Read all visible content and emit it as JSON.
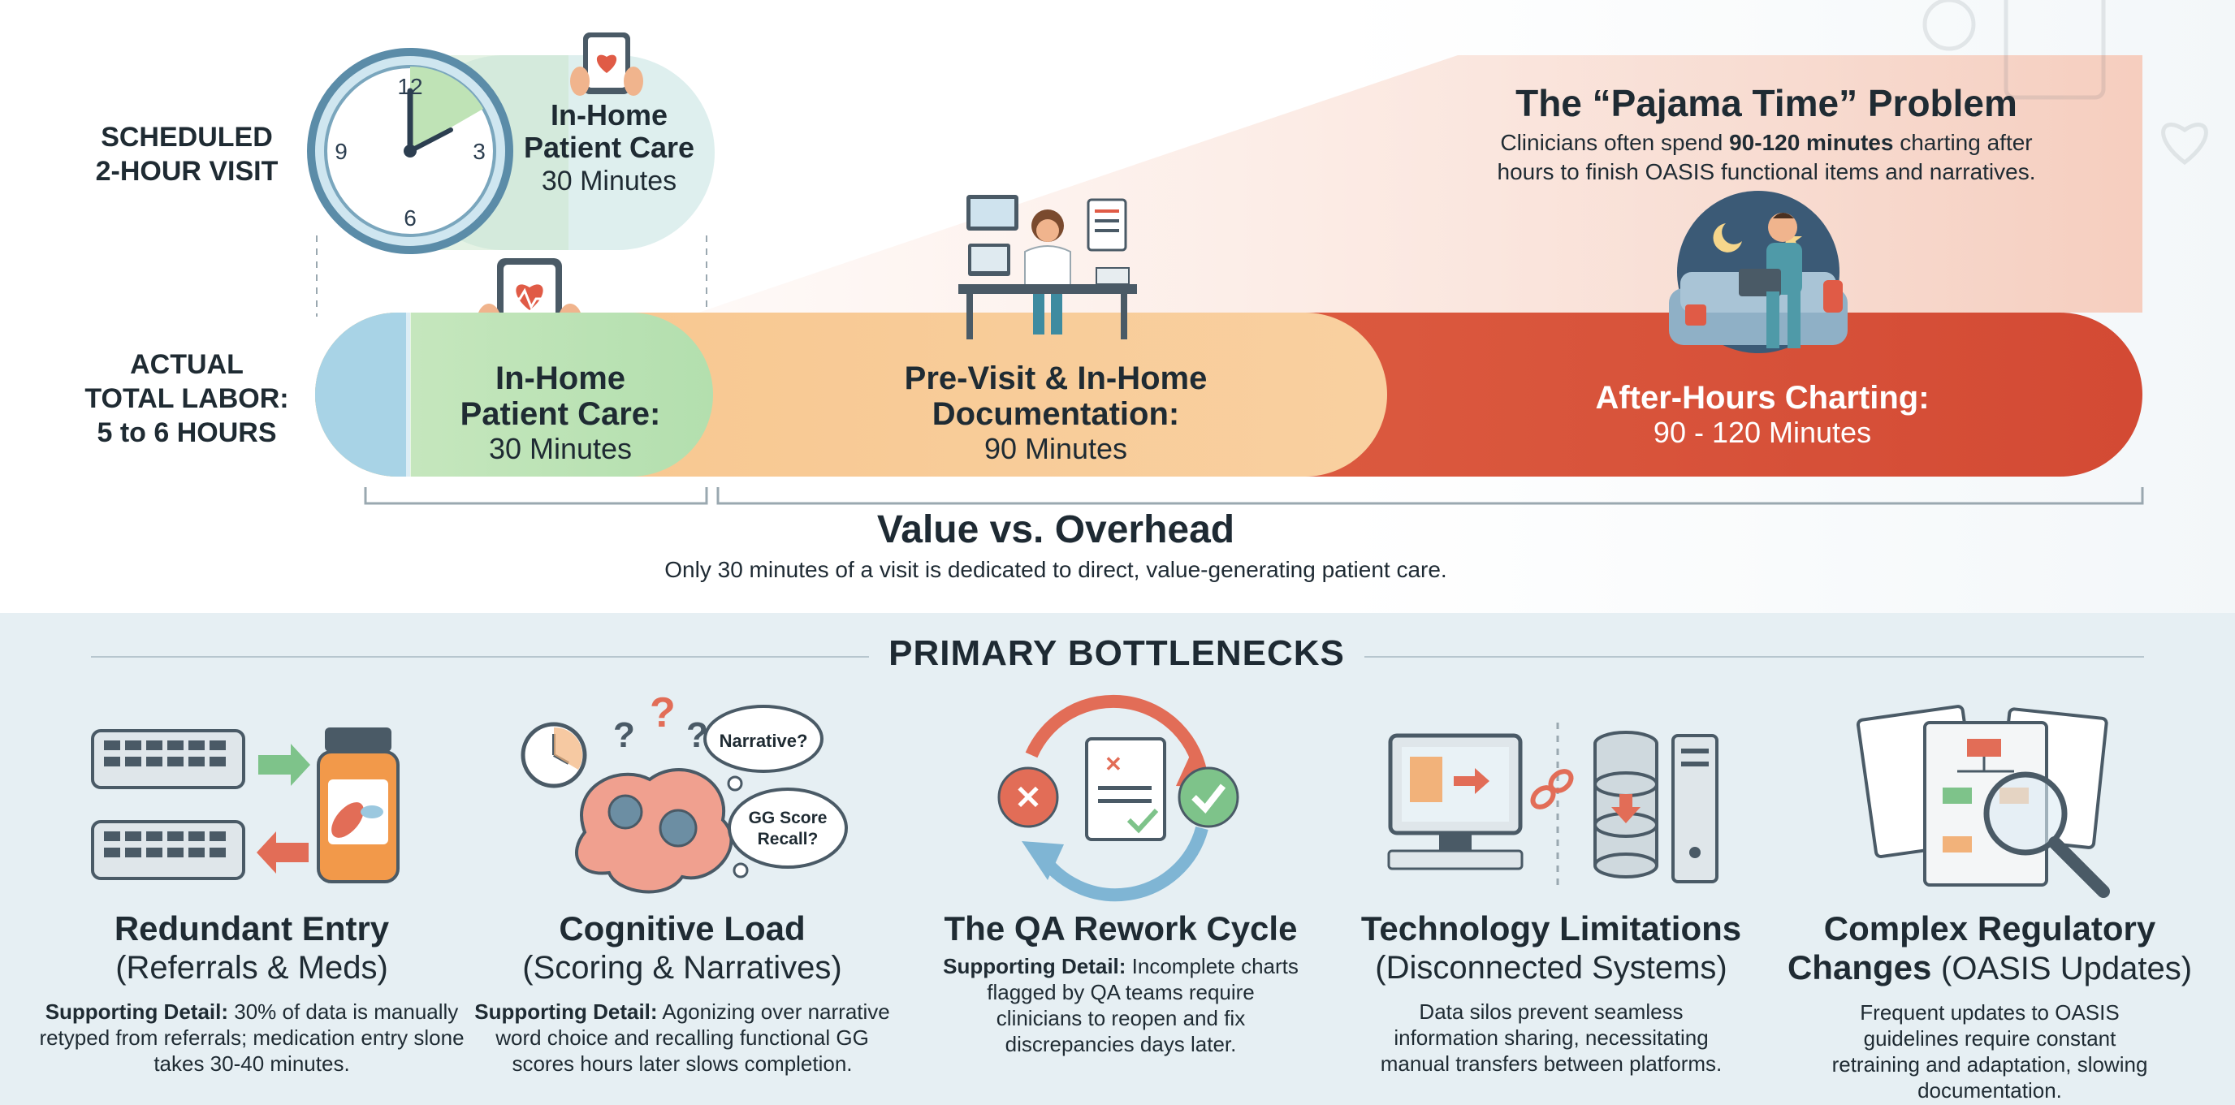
{
  "timeline": {
    "scheduled_label_1": "SCHEDULED",
    "scheduled_label_2": "2-HOUR VISIT",
    "actual_label_1": "ACTUAL",
    "actual_label_2": "TOTAL LABOR:",
    "actual_label_3": "5 to 6 HOURS",
    "clock_numbers": [
      "12",
      "3",
      "6",
      "9"
    ],
    "scheduled_care_title_1": "In-Home",
    "scheduled_care_title_2": "Patient Care",
    "scheduled_care_minutes": "30 Minutes",
    "segments": [
      {
        "title_1": "In-Home",
        "title_2": "Patient Care:",
        "minutes": "30 Minutes"
      },
      {
        "title_1": "Pre-Visit & In-Home",
        "title_2": "Documentation:",
        "minutes": "90 Minutes"
      },
      {
        "title_1": "After-Hours Charting:",
        "title_2": "",
        "minutes": "90 - 120 Minutes"
      }
    ]
  },
  "pajama": {
    "title": "The “Pajama Time” Problem",
    "line1_pre": "Clinicians often spend ",
    "line1_bold": "90-120 minutes",
    "line1_post": " charting after",
    "line2": "hours to finish OASIS functional items and narratives."
  },
  "value": {
    "title": "Value vs. Overhead",
    "subtitle": "Only 30 minutes of a visit is dedicated to direct, value-generating patient care."
  },
  "bottlenecks": {
    "heading": "PRIMARY BOTTLENECKS",
    "cognitive_bubbles": {
      "b1": "Narrative?",
      "b2a": "GG Score",
      "b2b": "Recall?"
    },
    "items": [
      {
        "title": "Redundant Entry",
        "subtitle": "(Referrals & Meds)",
        "detail_label": "Supporting Detail:",
        "detail": " 30% of data is manually retyped from referrals; medication entry slone takes 30-40 minutes."
      },
      {
        "title": "Cognitive Load",
        "subtitle": "(Scoring & Narratives)",
        "detail_label": "Supporting Detail:",
        "detail": " Agonizing over narrative word choice and recalling functional GG scores hours later slows completion."
      },
      {
        "title": "The QA Rework Cycle",
        "subtitle": "",
        "detail_label": "Supporting Detail:",
        "detail": " Incomplete charts flagged by QA teams require clinicians to reopen and fix discrepancies days later."
      },
      {
        "title": "Technology Limitations",
        "subtitle": "(Disconnected Systems)",
        "detail_label": "",
        "detail": "Data silos prevent seamless information sharing, necessitating manual transfers between platforms."
      },
      {
        "title": "Complex Regulatory",
        "title_2": "Changes",
        "subtitle": "(OASIS Updates)",
        "detail_label": "",
        "detail": "Frequent updates to OASIS guidelines require constant retraining and adaptation, slowing documentation."
      }
    ]
  },
  "colors": {
    "care_green": "#b9e2b4",
    "doc_orange": "#f8c892",
    "after_red": "#d9533b",
    "slate": "#e6eff3"
  }
}
